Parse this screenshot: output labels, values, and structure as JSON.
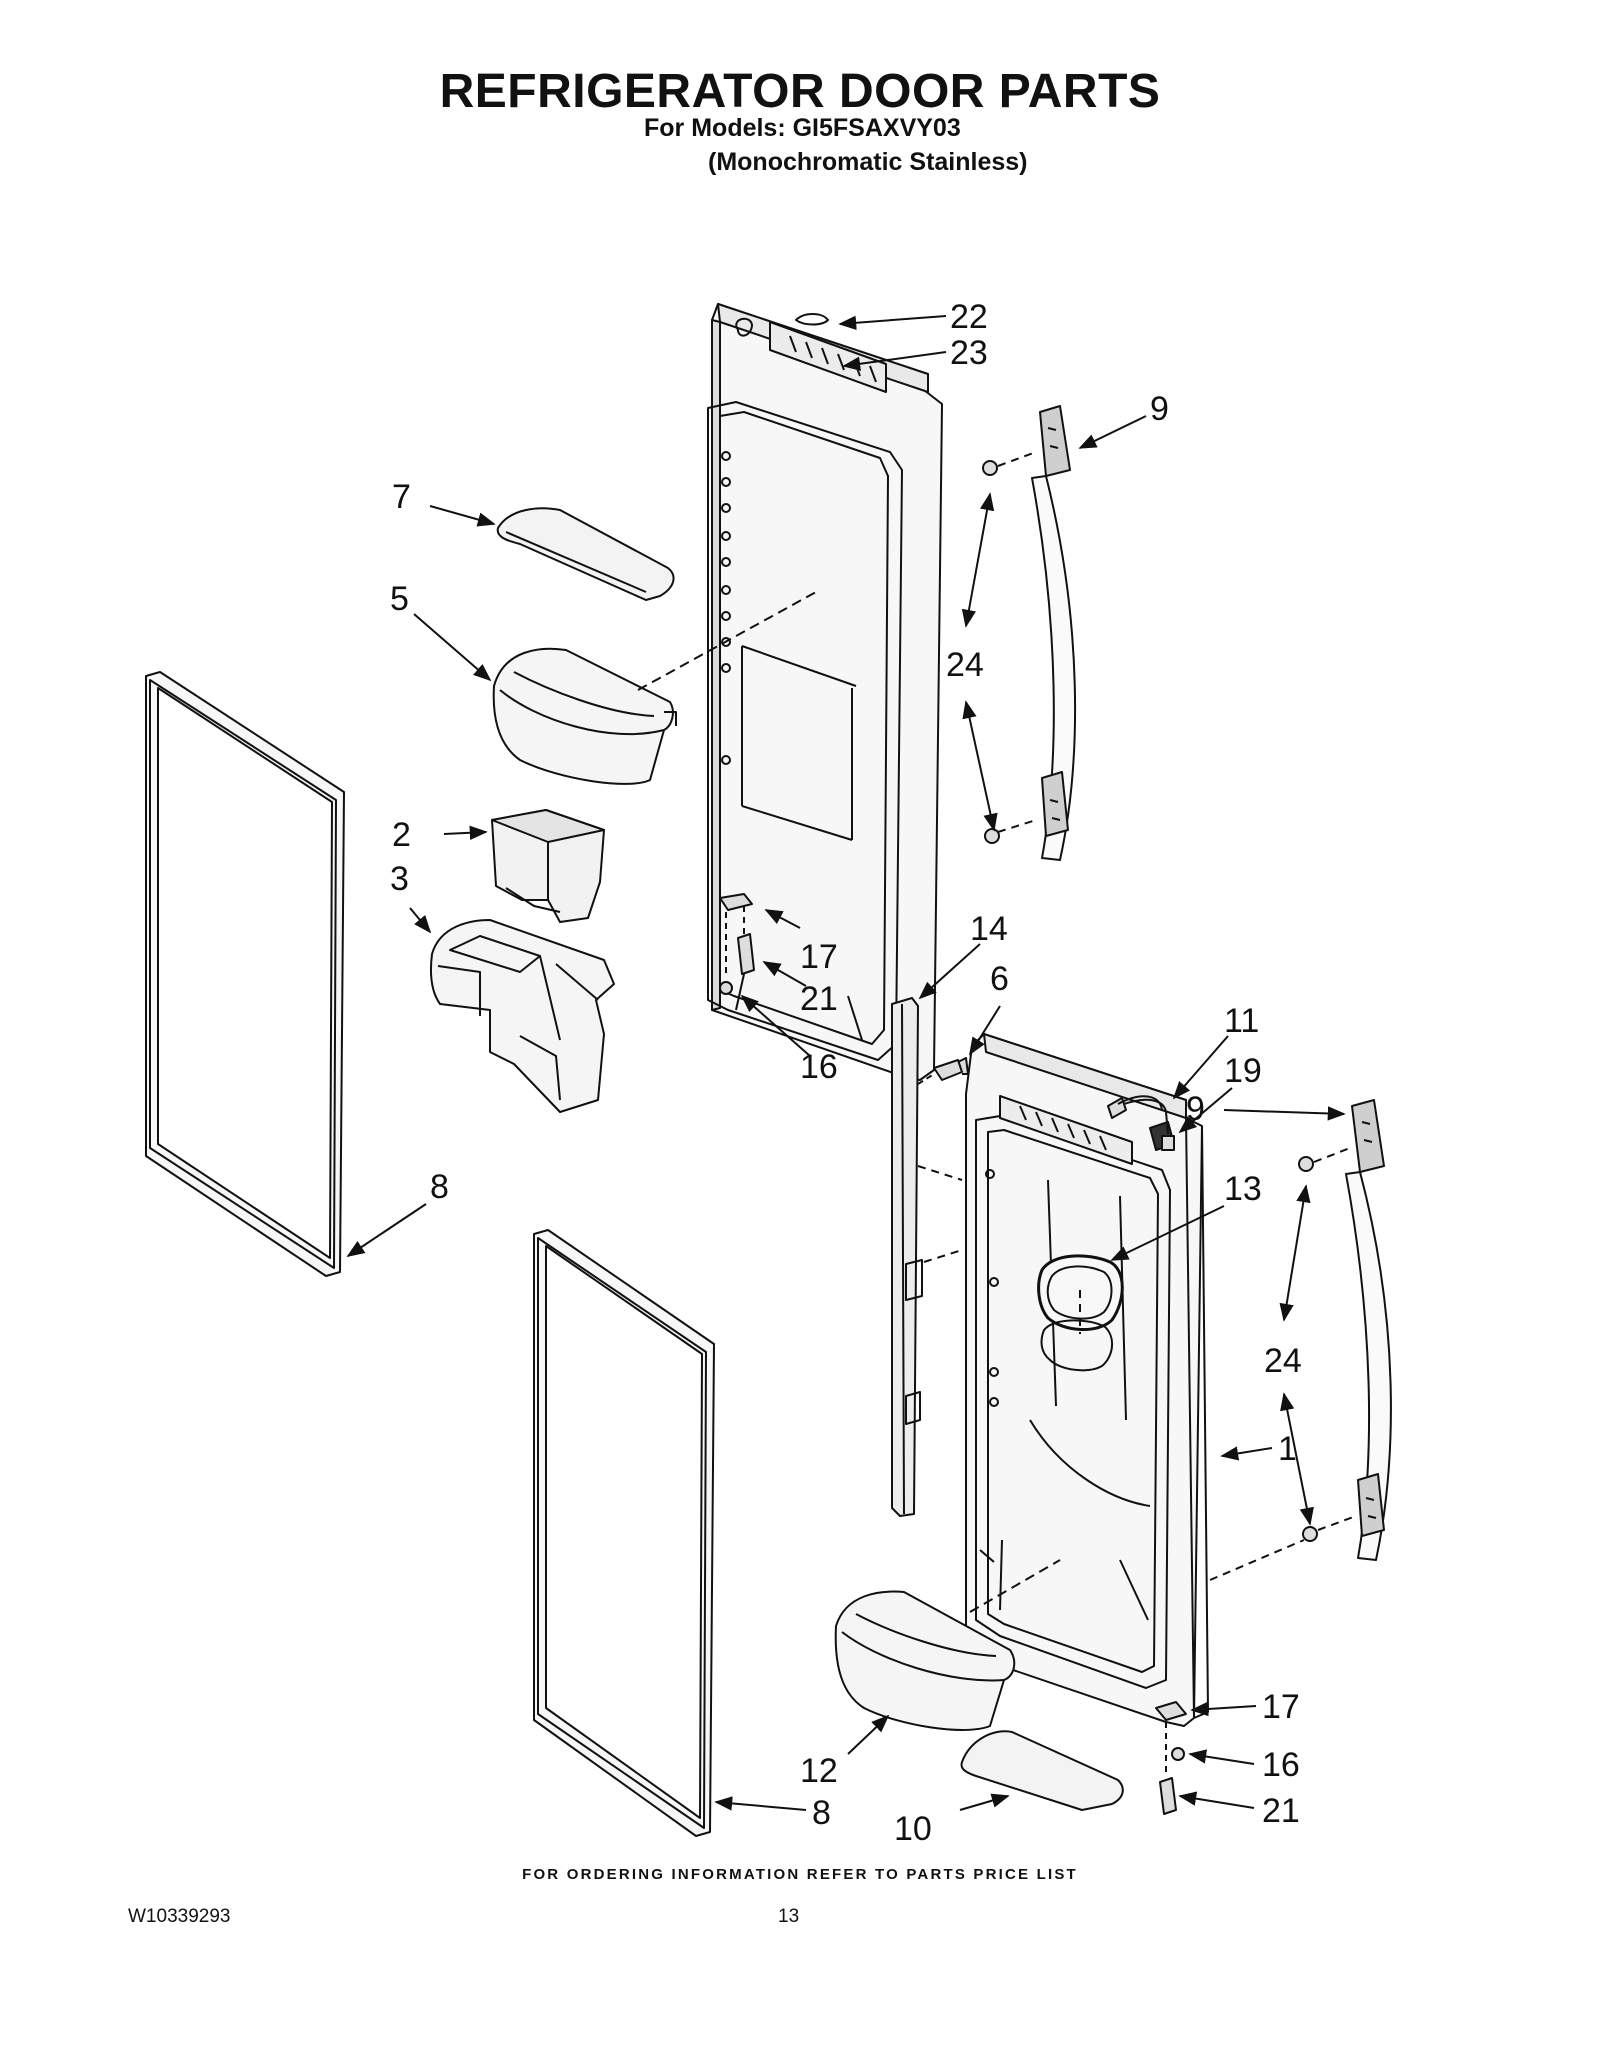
{
  "header": {
    "title": "REFRIGERATOR DOOR PARTS",
    "models_line": "For Models: GI5FSAXVY03",
    "variant_line": "(Monochromatic Stainless)"
  },
  "callouts": [
    "22",
    "23",
    "9",
    "7",
    "5",
    "24",
    "2",
    "3",
    "17",
    "21",
    "16",
    "14",
    "6",
    "8",
    "11",
    "19",
    "9",
    "13",
    "24",
    "1",
    "17",
    "16",
    "12",
    "8",
    "10",
    "21"
  ],
  "footer": {
    "ordering_note": "FOR ORDERING INFORMATION REFER TO PARTS PRICE LIST",
    "doc_number": "W10339293",
    "page_number": "13"
  }
}
